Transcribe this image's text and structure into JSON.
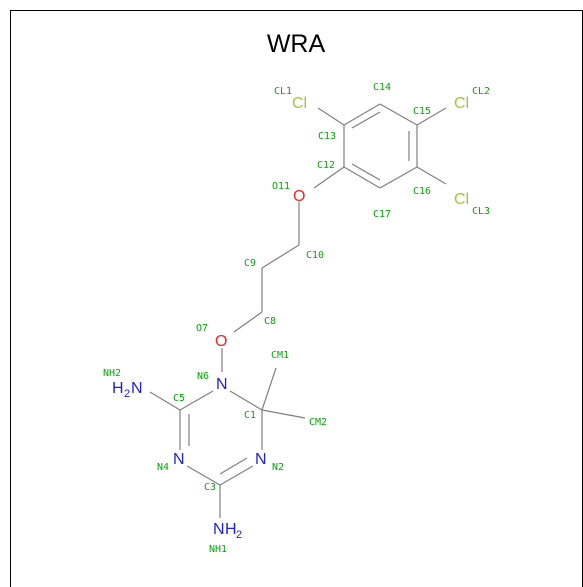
{
  "title": "WRA",
  "atoms": {
    "cl1": "Cl",
    "cl2": "Cl",
    "cl3": "Cl",
    "o11": "O",
    "o7": "O",
    "n6": "N",
    "n4": "N",
    "n2": "N",
    "nh2_top_h": "H",
    "nh2_top_sub": "2",
    "nh2_top_n": "N",
    "nh2_bot_n": "N",
    "nh2_bot_h": "H",
    "nh2_bot_sub": "2"
  },
  "labels": {
    "CL1": "CL1",
    "CL2": "CL2",
    "CL3": "CL3",
    "C13": "C13",
    "C14": "C14",
    "C15": "C15",
    "C12": "C12",
    "C16": "C16",
    "C17": "C17",
    "O11": "O11",
    "C10": "C10",
    "C9": "C9",
    "C8": "C8",
    "O7": "O7",
    "CM1": "CM1",
    "CM2": "CM2",
    "N6": "N6",
    "NH2": "NH2",
    "C5": "C5",
    "C1": "C1",
    "N4": "N4",
    "N2": "N2",
    "C3": "C3",
    "NH1": "NH1"
  }
}
